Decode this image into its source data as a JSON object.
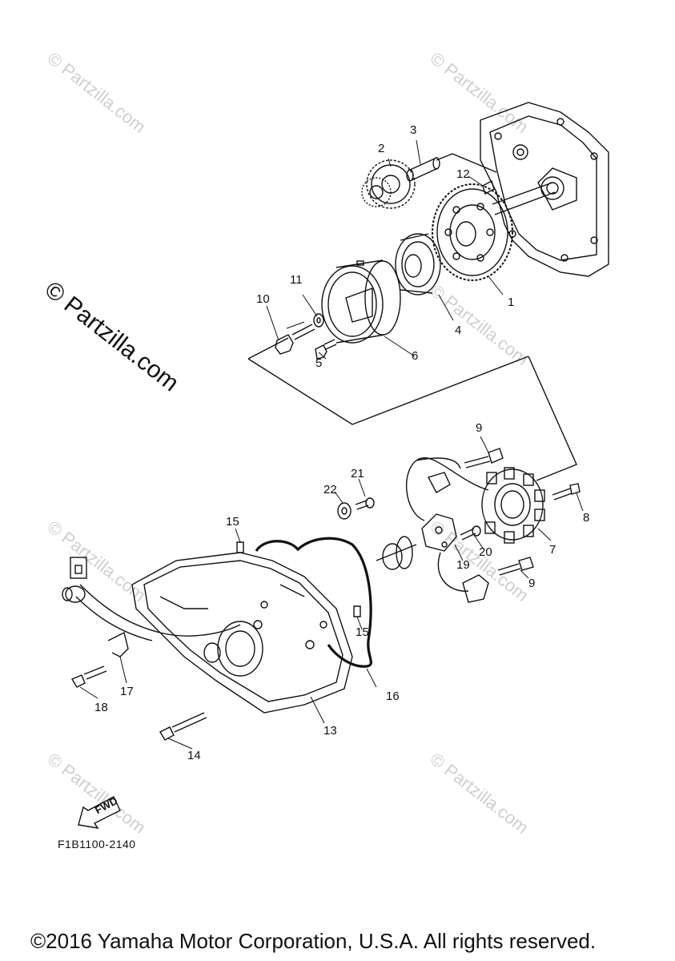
{
  "watermark": {
    "big": "© Partzilla.com",
    "small": "© Partzilla.com"
  },
  "diagram_code": "F1B1100-2140",
  "fwd_label": "FWD",
  "copyright": "©2016 Yamaha Motor Corporation, U.S.A. All rights reserved.",
  "callouts": [
    "1",
    "2",
    "3",
    "4",
    "5",
    "6",
    "7",
    "8",
    "9",
    "9",
    "10",
    "11",
    "12",
    "13",
    "14",
    "15",
    "15",
    "16",
    "17",
    "18",
    "19",
    "20",
    "21",
    "22"
  ]
}
